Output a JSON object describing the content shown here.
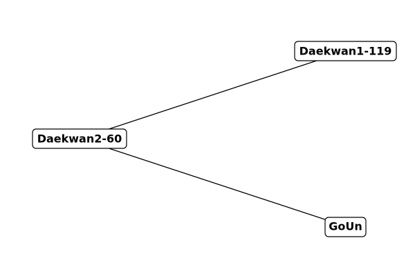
{
  "graph": {
    "nodes": [
      {
        "id": "daekwan2_60",
        "label": "Daekwan2-60"
      },
      {
        "id": "daekwan1_119",
        "label": "Daekwan1-119"
      },
      {
        "id": "goun",
        "label": "GoUn"
      }
    ],
    "edges": [
      {
        "from": "daekwan2_60",
        "to": "daekwan1_119"
      },
      {
        "from": "daekwan2_60",
        "to": "goun"
      }
    ],
    "colors": {
      "edge": "#000000",
      "node_border": "#000000",
      "node_fill": "#ffffff",
      "text": "#000000"
    }
  }
}
